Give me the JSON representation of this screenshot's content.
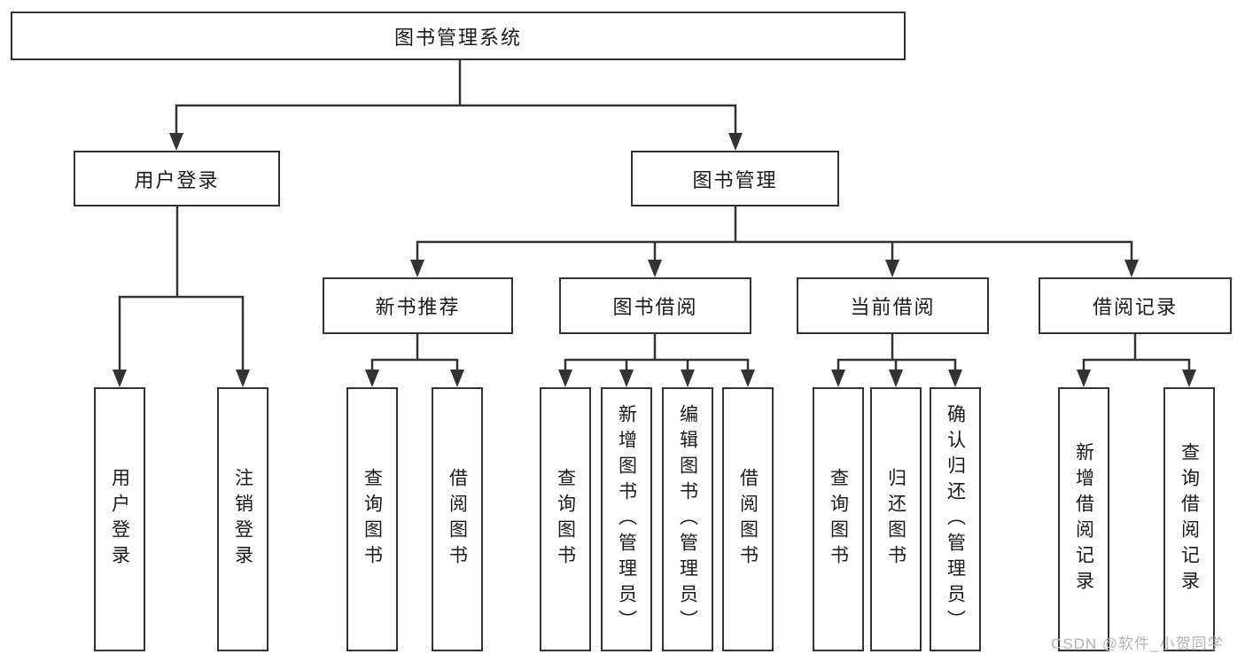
{
  "colors": {
    "background": "#ffffff",
    "line": "#333333",
    "text": "#1a1a1a",
    "watermark": "#b4b4b4"
  },
  "tree": {
    "root": {
      "label": "图书管理系统"
    },
    "user_login": {
      "label": "用户登录",
      "children": [
        "用户登录",
        "注销登录"
      ]
    },
    "book_mgmt": {
      "label": "图书管理",
      "sections": [
        {
          "label": "新书推荐",
          "children": [
            "查询图书",
            "借阅图书"
          ]
        },
        {
          "label": "图书借阅",
          "children": [
            "查询图书",
            "新增图书（管理员）",
            "编辑图书（管理员）",
            "借阅图书"
          ]
        },
        {
          "label": "当前借阅",
          "children": [
            "查询图书",
            "归还图书",
            "确认归还（管理员）"
          ]
        },
        {
          "label": "借阅记录",
          "children": [
            "新增借阅记录",
            "查询借阅记录"
          ]
        }
      ]
    }
  },
  "watermark": "CSDN @软件_小贺同学"
}
